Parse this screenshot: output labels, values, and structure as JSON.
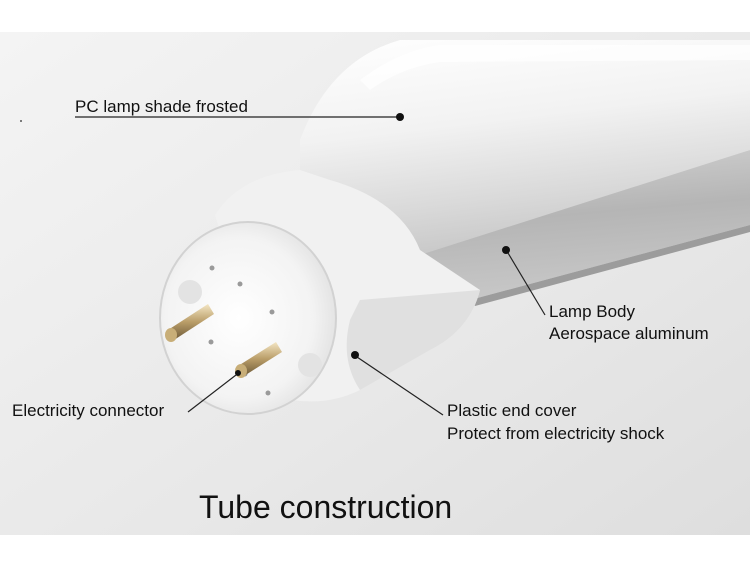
{
  "labels": {
    "shade": "PC lamp shade frosted",
    "body_1": "Lamp Body",
    "body_2": "Aerospace aluminum",
    "connector": "Electricity connector",
    "cover_1": "Plastic end cover",
    "cover_2": "Protect from electricity shock"
  },
  "title": "Tube construction",
  "colors": {
    "background": "#ffffff",
    "photo_background": "#e9e9e9",
    "text": "#111111"
  }
}
